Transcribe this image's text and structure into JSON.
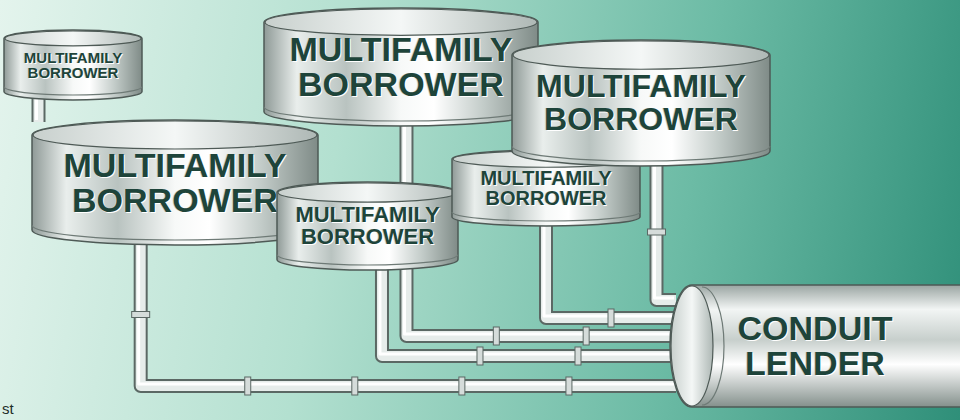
{
  "diagram": {
    "nodes": [
      {
        "text": [
          "MULTIFAMILY BORROWER"
        ]
      },
      {
        "text": [
          "MULTIFAMILY BORROWER"
        ]
      },
      {
        "text": [
          "MULTIFAMILY BORROWER"
        ]
      },
      {
        "text": [
          "MULTIFAMILY BORROWER"
        ]
      },
      {
        "text": [
          "MULTIFAMILY BORROWER"
        ]
      },
      {
        "text": [
          "MULTIFAMILY BORROWER"
        ]
      },
      {
        "text": [
          "CONDUIT LENDER"
        ]
      }
    ],
    "edges": [
      {
        "from": 0,
        "to": 1,
        "arrow": "none"
      },
      {
        "from": 1,
        "to": 6,
        "arrow": "none"
      },
      {
        "from": 2,
        "to": 6,
        "arrow": "none"
      },
      {
        "from": 3,
        "to": 6,
        "arrow": "none"
      },
      {
        "from": 4,
        "to": 6,
        "arrow": "none"
      },
      {
        "from": 5,
        "to": 6,
        "arrow": "none"
      }
    ],
    "labels": [
      "st"
    ]
  }
}
